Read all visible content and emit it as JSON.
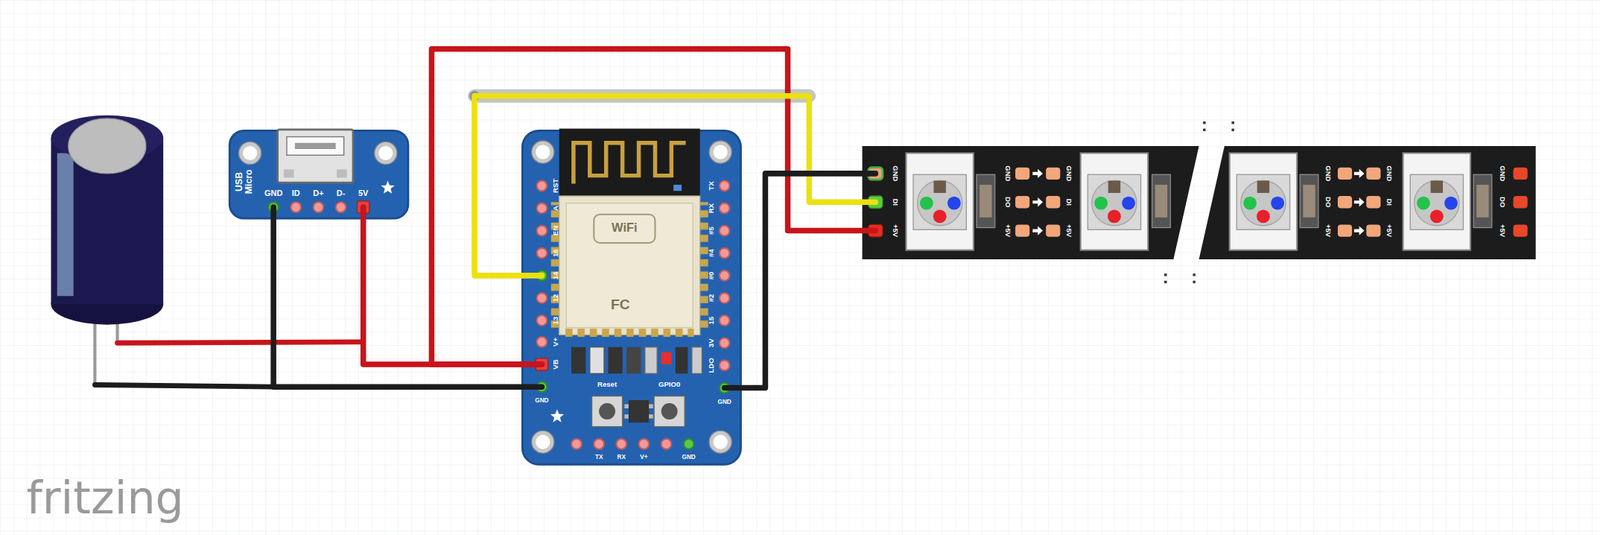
{
  "diagram": {
    "nodes": [
      {
        "text": [
          "USB Micro",
          "GND",
          "ID",
          "D+",
          "D-",
          "5V"
        ]
      },
      {
        "text": [
          "RST",
          "A",
          "EN",
          "16",
          "14",
          "12",
          "13",
          "V+",
          "VB",
          "GND",
          "TX",
          "RX",
          "#5",
          "#4",
          "#0",
          "#2",
          "15",
          "3V",
          "LDO",
          "GND",
          "TX",
          "RX",
          "V+",
          "GND",
          "Reset",
          "GPIO0",
          "WiFi",
          "FC"
        ]
      },
      {
        "text": [
          "GND",
          "DI",
          "+5V",
          "GND",
          "DO",
          "+5V",
          "GND",
          "DI",
          "+5V",
          "GND",
          "DO",
          "+5V",
          "GND",
          "DI",
          "+5V",
          "GND",
          "DO",
          "+5V"
        ]
      }
    ],
    "edges": [
      {
        "from": 0,
        "to": 1,
        "arrow": "none"
      },
      {
        "from": 0,
        "to": 1,
        "arrow": "none"
      },
      {
        "from": 1,
        "to": 2,
        "arrow": "none"
      },
      {
        "from": 1,
        "to": 2,
        "arrow": "none"
      },
      {
        "from": 1,
        "to": 2,
        "arrow": "none"
      }
    ],
    "labels": [
      "fritzing"
    ]
  }
}
